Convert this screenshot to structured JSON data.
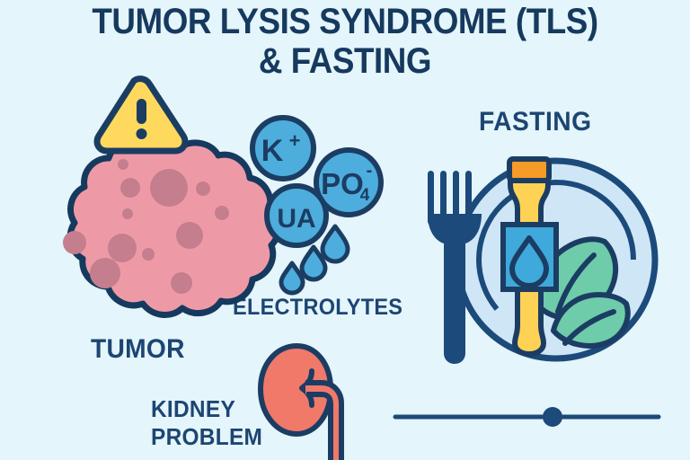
{
  "page": {
    "title": "TUMOR LYSIS SYNDROME (TLS)\n& FASTING",
    "background_color": "#e4f5fb",
    "text_color": "#1d4572"
  },
  "labels": {
    "fasting": "FASTING",
    "electrolytes": "ELECTROLYTES",
    "tumor": "TUMOR",
    "kidney_problem": "KIDNEY\nPROBLEM"
  },
  "electrolyte_markers": [
    {
      "text": "K",
      "sup": "+",
      "sub": ""
    },
    {
      "text": "PO",
      "sup": "-",
      "sub": "4"
    },
    {
      "text": "UA",
      "sup": "",
      "sub": ""
    }
  ],
  "icons": {
    "warning": "warning-triangle-icon",
    "tumor": "tumor-blob-icon",
    "kidney": "kidney-icon",
    "droplets": "water-droplet-icon",
    "plate": "plate-icon",
    "fork": "fork-icon",
    "bottle": "water-bottle-icon",
    "leaves": "leaf-icon",
    "slider": "slider-divider"
  },
  "colors": {
    "navy": "#1c3d63",
    "navy_dark": "#16395e",
    "tumor_pink": "#ee9aa6",
    "tumor_spot": "#c47e8e",
    "electrolyte_blue": "#4dadd c",
    "kidney_coral": "#f0796a",
    "plate_blue": "#cfe6f7",
    "bottle_yellow": "#fdd255",
    "cap_orange": "#f59b28",
    "label_blue": "#3fa9dc",
    "leaf_green": "#6ecca a",
    "warning_yellow": "#ffd95e"
  }
}
